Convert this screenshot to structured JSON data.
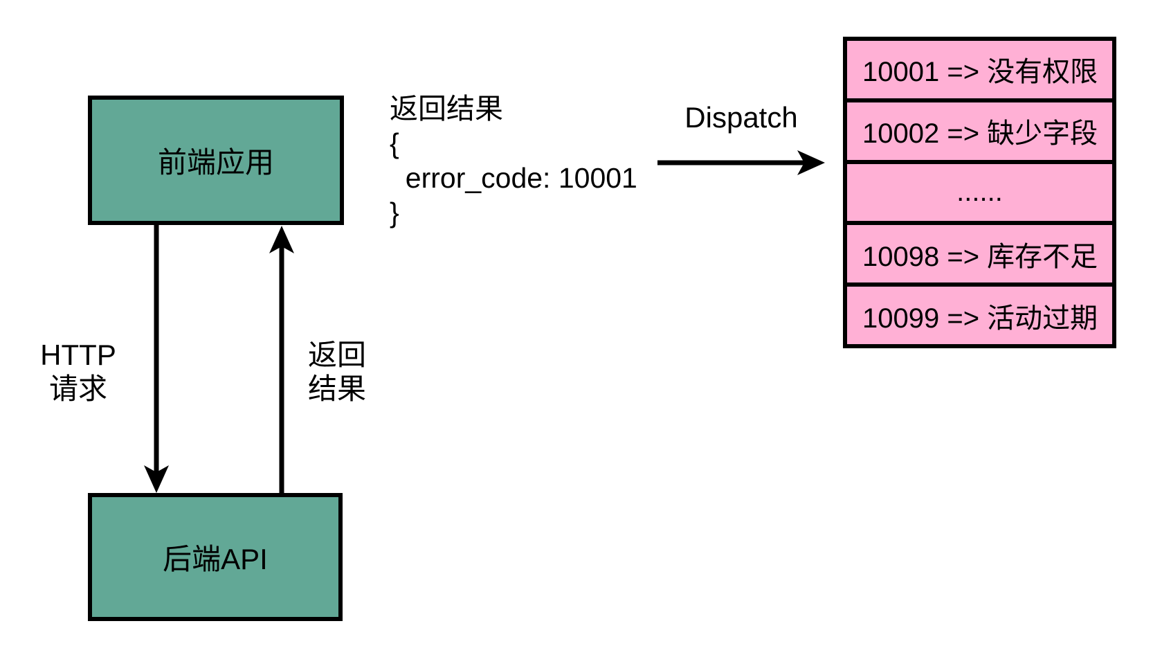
{
  "colors": {
    "box_fill": "#62A896",
    "table_fill": "#FFB0D5",
    "line_color": "#000000",
    "text_color": "#000000"
  },
  "boxes": {
    "frontend": "前端应用",
    "backend": "后端API"
  },
  "edges": {
    "http_request": "HTTP\n请求",
    "return_result": "返回\n结果",
    "dispatch": "Dispatch"
  },
  "response_snippet": "返回结果\n{\n  error_code: 10001\n}",
  "error_table": {
    "rows": [
      "10001 => 没有权限",
      "10002 => 缺少字段",
      "......",
      "10098 => 库存不足",
      "10099 => 活动过期"
    ]
  }
}
